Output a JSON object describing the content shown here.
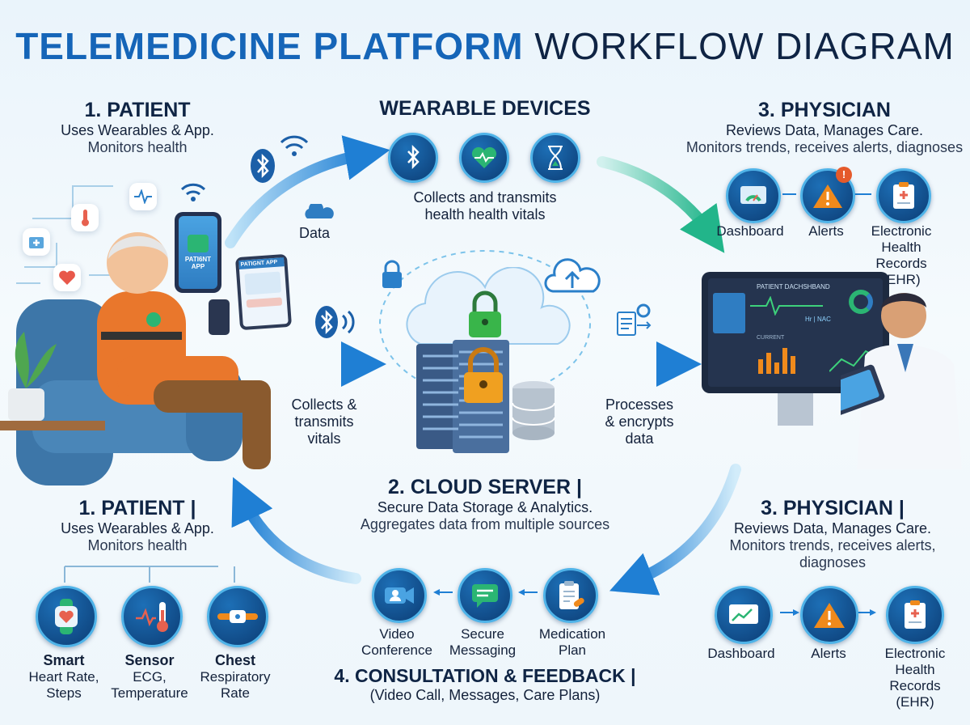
{
  "title": {
    "part1": "TELEMEDICINE PLATFORM",
    "part2": "WORKFLOW DIAGRAM"
  },
  "patient_top": {
    "heading": "1. PATIENT",
    "line1": "Uses Wearables & App.",
    "line2": "Monitors health"
  },
  "wearables": {
    "heading": "WEARABLE DEVICES",
    "line1": "Collects and transmits",
    "line2": "health health vitals"
  },
  "physician_top": {
    "heading": "3. PHYSICIAN",
    "line1": "Reviews Data, Manages Care.",
    "line2": "Monitors trends, receives alerts, diagnoses",
    "icons": [
      {
        "label": "Dashboard"
      },
      {
        "label": "Alerts"
      },
      {
        "label": "Electronic Health Records (EHR)"
      }
    ]
  },
  "flow": {
    "data": "Data",
    "collects_l1": "Collects &",
    "collects_l2": "transmits",
    "collects_l3": "vitals",
    "proc_l1": "Processes",
    "proc_l2": "& encrypts",
    "proc_l3": "data"
  },
  "app_screens": {
    "phone": "PATI6NT APP",
    "tablet": "PATIGNT APP"
  },
  "monitor": {
    "header": "PATIENT DACHSHBAND",
    "label2": "Hr | NAC",
    "label3": "CURRENT"
  },
  "cloud": {
    "heading": "2. CLOUD SERVER |",
    "line1": "Secure Data Storage & Analytics.",
    "line2": "Aggregates data from multiple sources"
  },
  "patient_bottom": {
    "heading": "1. PATIENT |",
    "line1": "Uses Wearables & App.",
    "line2": "Monitors health",
    "devices": [
      {
        "name": "Smart",
        "d1": "Heart Rate,",
        "d2": "Steps"
      },
      {
        "name": "Sensor",
        "d1": "ECG,",
        "d2": "Temperature"
      },
      {
        "name": "Chest",
        "d1": "Respiratory",
        "d2": "Rate"
      }
    ]
  },
  "physician_bottom": {
    "heading": "3. PHYSICIAN |",
    "line1": "Reviews Data, Manages Care.",
    "line2": "Monitors trends, receives alerts,",
    "line3": "diagnoses",
    "icons": [
      {
        "label": "Dashboard"
      },
      {
        "label": "Alerts"
      },
      {
        "l1": "Electronic",
        "l2": "Health",
        "l3": "Records",
        "l4": "(EHR)"
      }
    ]
  },
  "consult": {
    "heading": "4. CONSULTATION & FEEDBACK |",
    "line1": "(Video Call, Messages, Care Plans)",
    "items": [
      {
        "l1": "Video",
        "l2": "Conference"
      },
      {
        "l1": "Secure",
        "l2": "Messaging"
      },
      {
        "l1": "Medication",
        "l2": "Plan"
      }
    ]
  },
  "colors": {
    "accent": "#1565b8",
    "navy": "#0f2444",
    "icon_bg": "#0c3d75",
    "ring": "#4fb3e8",
    "green": "#2bb573",
    "alert": "#f08a1c"
  },
  "icon_names": [
    "bluetooth-icon",
    "wifi-icon",
    "heart-monitor-icon",
    "hourglass-icon",
    "dashboard-icon",
    "alert-icon",
    "ehr-icon",
    "lock-icon",
    "cloud-upload-icon",
    "database-icon",
    "video-icon",
    "chat-icon",
    "clipboard-icon",
    "smartwatch-icon",
    "thermometer-icon",
    "chest-strap-icon"
  ]
}
